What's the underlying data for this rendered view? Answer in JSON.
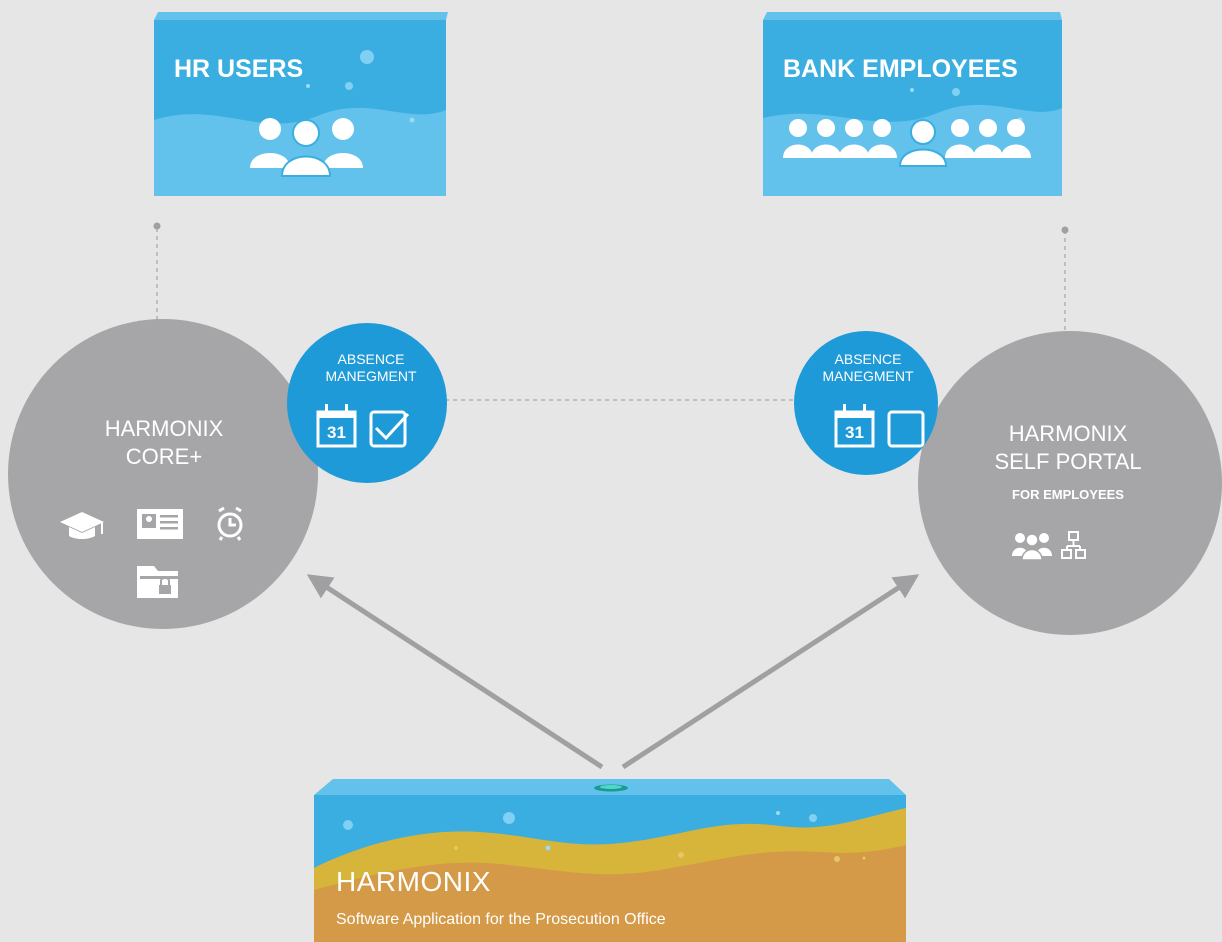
{
  "hr_box": {
    "title": "HR USERS"
  },
  "bank_box": {
    "title": "BANK EMPLOYEES"
  },
  "core_circle": {
    "title_line1": "HARMONIX",
    "title_line2": "CORE+"
  },
  "self_circle": {
    "title_line1": "HARMONIX",
    "title_line2": "SELF PORTAL",
    "subtitle": "FOR EMPLOYEES"
  },
  "absence_left": {
    "line1": "ABSENCE",
    "line2": "MANEGMENT",
    "calendar_day": "31"
  },
  "absence_right": {
    "line1": "ABSENCE",
    "line2": "MANEGMENT",
    "calendar_day": "31"
  },
  "main_box": {
    "title": "HARMONIX",
    "subtitle": "Software Application for the Prosecution Office"
  },
  "icons": {
    "core": [
      "graduation-cap-icon",
      "id-card-icon",
      "alarm-clock-icon",
      "locked-folder-icon"
    ],
    "self": [
      "group-icon",
      "org-chart-icon"
    ],
    "absence_left": [
      "calendar-icon",
      "checked-box-icon"
    ],
    "absence_right": [
      "calendar-icon",
      "empty-box-icon"
    ]
  },
  "colors": {
    "background": "#e6e6e6",
    "blue": "#3aaee0",
    "blue_light": "#62c2ec",
    "circle_grey": "#a6a6a8",
    "badge_blue": "#1e9ad8",
    "sand": "#d49a48",
    "sand_top": "#d7b43a",
    "arrow_grey": "#a0a0a2"
  }
}
